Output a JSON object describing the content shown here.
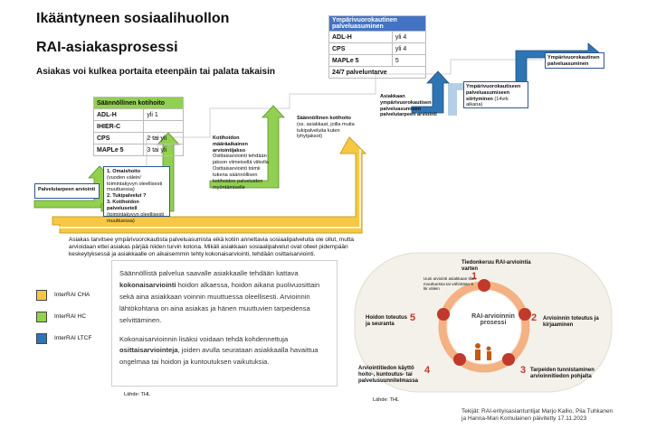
{
  "title_line1": "Ikääntyneen sosiaalihuollon",
  "title_line2": "RAI-asiakasprosessi",
  "subtitle": "Asiakas voi kulkea portaita eteenpäin tai palata takaisin",
  "steps": {
    "s1": "Palvelutarpeen arviointi",
    "s2_items": [
      "1. Omaishoito",
      "(vuoden välein/ toimintakyvyn oleellisesti muuttuessa)",
      "2. Tukipalvelut ?",
      "3. Kotihoidon palvelusetelI",
      "(toimintakyvyn oleellisesti muuttuessa)"
    ],
    "s3_title": "Kotihoidon määräaikainen arviointijakso",
    "s3_text": "Osittaisarviointi tehdään jakson viimeisellä viikolla Osittaisarviointi toimii tukena säännöllisen kotihoidon palveluiden myöntämiselle",
    "s4_title": "Säännöllinen kotihoito",
    "s4_text": "(ss. asiakkaat, joilla muita tukipalveluita kuten lyhytjaksot)",
    "s5": "Asiakkaan ympärivuorokautisen palveluasumisen palvelutarpeen arviointi",
    "s6_title": "Ympärivuorokautiseen palveluasumiseen siirtyminen",
    "s6_note": "(14vrk aikana)",
    "s7": "Ympärivuorokautinen palveluasuminen"
  },
  "green_table": {
    "header": "Säännöllinen kotihoito",
    "rows": [
      [
        "ADL-H",
        "yli 1"
      ],
      [
        "IHIER-C",
        ""
      ],
      [
        "CPS",
        "2 tai yli"
      ],
      [
        "MAPLe 5",
        "3 tai yli"
      ]
    ]
  },
  "blue_table": {
    "header": "Ympärivuorokautinen palveluasuminen",
    "rows": [
      [
        "ADL-H",
        "yli 4"
      ],
      [
        "CPS",
        "yli 4"
      ],
      [
        "MAPLe 5",
        "5"
      ]
    ],
    "footer": "24/7 palveluntarve"
  },
  "bottom_para": "Asiakas tarvitsee ympärivuorokautista palveluasumista eikä kotiin annettavia sosiaalipalveluita ole ollut, mutta arvioidaan ettei asiakas pärjää niiden turvin kotona. Mikäli asiakkaan sosiaalipalvelut ovat olleet pidempään keskeytyksessä ja asiakkaalle on aikaisemmin tehty kokonaisarviointi, tehdään osittaisarviointi.",
  "legend": [
    {
      "label": "InterRAI CHA",
      "color": "#f7c843"
    },
    {
      "label": "InterRAI HC",
      "color": "#92d050"
    },
    {
      "label": "InterRAI LTCF",
      "color": "#2e75b6"
    }
  ],
  "textbox": {
    "p1_a": "Säännöllistä palvelua saavalle asiakkaalle tehdään kattava ",
    "p1_b": "kokonaisarviointi",
    "p1_c": " hoidon alkaessa, hoidon aikana puolivuosittain sekä aina asiakkaan voinnin muuttuessa oleellisesti. Arvioinnin lähtökohtana on aina asiakas ja hänen muuttuvien tarpeidensa selvittäminen.",
    "p2_a": "Kokonaisarvioinnin lisäksi voidaan tehdä kohdennettuja ",
    "p2_b": "osittaisarviointeja",
    "p2_c": ", joiden avulla seurataan asiakkaalla havaittua ongelmaa tai hoidon ja kuntoutuksen vaikutuksia."
  },
  "source1": "Lähde: THL",
  "source2": "Lähde: THL",
  "cycle": {
    "center_line1": "RAI-arvioinnin",
    "center_line2": "prosessi",
    "step1": "Tiedonkeruu RAI-arviointia varten",
    "step1_note": "Uusi arviointi asiakkaan tilan muuttuessa tai vähintään 6 kk välein",
    "step2": "Arvioinnin toteutus ja kirjaaminen",
    "step3": "Tarpeiden tunnistaminen arvioinnitiedon pohjalta",
    "step4": "Arviointitiedon käyttö hoito-, kuntoutus- tai palvelusuunnitelmassa",
    "step5": "Hoidon toteutus ja seuranta",
    "numbers": [
      "1",
      "2",
      "3",
      "4",
      "5"
    ]
  },
  "authors_line1": "Tekijät: RAI-erityisasiantuntijat Marjo Kallio, Piia Tuhkanen",
  "authors_line2": "ja Hanna-Mari Komulainen päivitetty 17.11.2023",
  "colors": {
    "yellow": "#f7c843",
    "green": "#92d050",
    "blue": "#2e75b6",
    "red": "#c0392b"
  }
}
